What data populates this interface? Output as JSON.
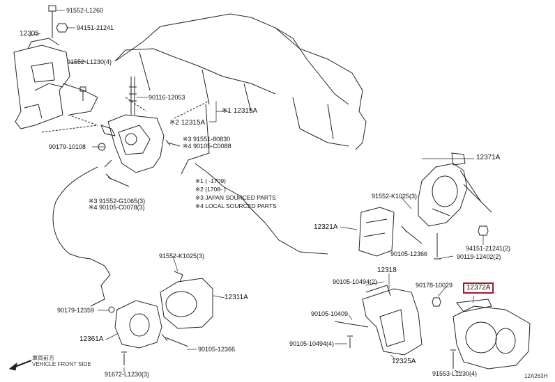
{
  "labels": {
    "p91552_L1260": "91552-L1260",
    "p12305": "12305",
    "p94151_21241_top": "94151-21241",
    "p91552_L1230_4": "91552-L1230(4)",
    "p90116_12053": "90116-12053",
    "p12315A_main": "※1 12315A",
    "p12315A_sub": "※2 12315A",
    "p91551_80830": "※3 91551-80830",
    "p90105_C0088": "※4 90105-C0088",
    "p90179_10108": "90179-10108",
    "p91552_G1065": "※3 91552-G1065(3)",
    "p90105_C0078": "※4 90105-C0078(3)",
    "note1": "※1 (   -1709)",
    "note2": "※2 (1708-   )",
    "note3": "※3 JAPAN SOURCED PARTS",
    "note4": "※4 LOCAL SOURCED PARTS",
    "p91552_K1025_top": "91552-K1025(3)",
    "p12321A": "12321A",
    "p12371A": "12371A",
    "p90105_12366_r": "90105-12366",
    "p94151_21241_2": "94151-21241(2)",
    "p90119_12402": "90119-12402(2)",
    "p91552_K1025_mid": "91552-K1025(3)",
    "p12311A": "12311A",
    "p90179_12359": "90179-12359",
    "p12361A": "12361A",
    "p90105_12366_l": "90105-12366",
    "p91672_L1230": "91672-L1230(3)",
    "p12318": "12318",
    "p90105_10494_2": "90105-10494(2)",
    "p90178_10029": "90178-10029",
    "p12372A": "12372A",
    "p90105_10409": "90105-10409",
    "p90105_10494_4": "90105-10494(4)",
    "p12325A": "12325A",
    "p91553_L1230": "91553-L1230(4)",
    "vehicle_front_jp": "車両前方",
    "vehicle_front": "VEHICLE FRONT SIDE",
    "ref_code": "12A263H"
  },
  "colors": {
    "highlight": "#b0122a",
    "line": "#222222"
  }
}
